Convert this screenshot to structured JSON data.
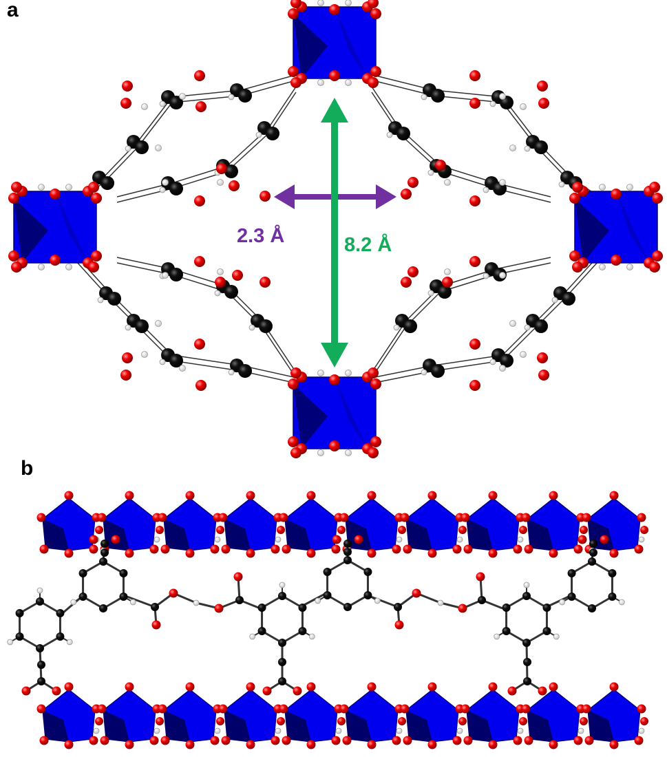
{
  "panels": {
    "a": {
      "label": "a"
    },
    "b": {
      "label": "b"
    }
  },
  "measurements": {
    "horizontal": {
      "text": "2.3 Å",
      "color": "#7030A0"
    },
    "vertical": {
      "text": "8.2 Å",
      "color": "#13AC5A"
    }
  },
  "colors": {
    "metal_polyhedron": "#0000EE",
    "metal_polyhedron_dark": "#00006A",
    "oxygen": "#EE0000",
    "carbon": "#000000",
    "hydrogen": "#FFFFFF"
  },
  "icons": {
    "horizontal_arrow": "double-headed-arrow",
    "vertical_arrow": "double-headed-arrow"
  }
}
